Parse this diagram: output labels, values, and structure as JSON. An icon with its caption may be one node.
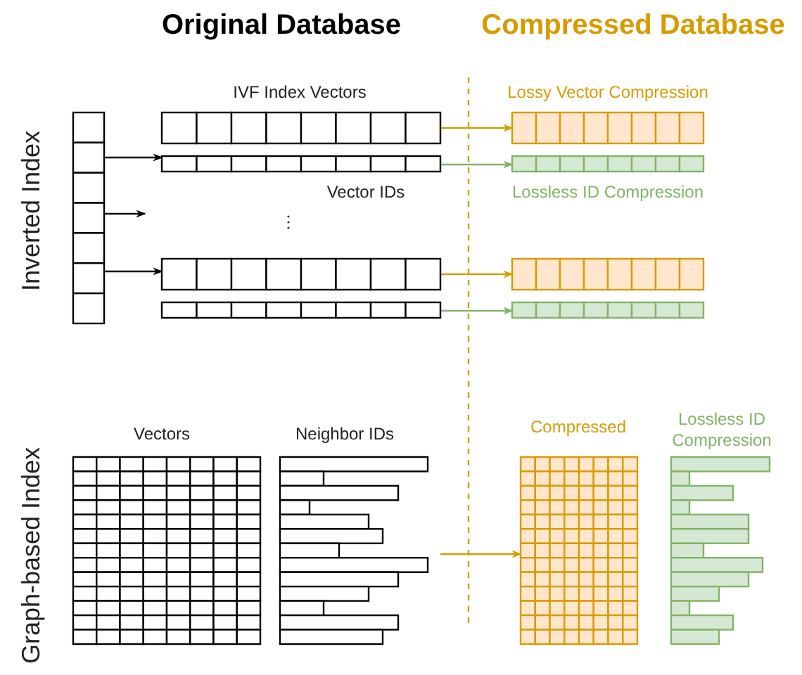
{
  "diagram": {
    "nodes": [
      {
        "text": [],
        "shape": "box"
      },
      {
        "text": [],
        "shape": "bar"
      },
      {
        "text": [],
        "shape": "bar"
      },
      {
        "text": [],
        "shape": "bar"
      },
      {
        "text": [],
        "shape": "bar"
      },
      {
        "text": [],
        "shape": "bar"
      },
      {
        "text": [],
        "shape": "bar"
      },
      {
        "text": [],
        "shape": "bar"
      },
      {
        "text": [],
        "shape": "bar"
      },
      {
        "text": [],
        "shape": "box"
      },
      {
        "text": [],
        "shape": "bar"
      },
      {
        "text": [],
        "shape": "box"
      },
      {
        "text": [],
        "shape": "bar"
      }
    ],
    "edges": [
      {
        "from": 0,
        "to": 1,
        "arrow": "to"
      },
      {
        "from": 0,
        "to": null,
        "arrow": "to"
      },
      {
        "from": 0,
        "to": 3,
        "arrow": "to"
      },
      {
        "from": 1,
        "to": 5,
        "arrow": "to",
        "color": "#d79b00"
      },
      {
        "from": 2,
        "to": 6,
        "arrow": "to",
        "color": "#82b366"
      },
      {
        "from": 3,
        "to": 7,
        "arrow": "to",
        "color": "#d79b00"
      },
      {
        "from": 4,
        "to": 8,
        "arrow": "to",
        "color": "#82b366"
      },
      {
        "from": 10,
        "to": 11,
        "arrow": "to",
        "color": "#d79b00"
      }
    ],
    "labels": [
      "Original Database",
      "Compressed Database",
      "IVF Index Vectors",
      "Lossy Vector Compression",
      "Inverted Index",
      "Vector IDs",
      "Lossless ID Compression",
      "Vectors",
      "Neighbor IDs",
      "Compressed",
      "Lossless ID Compression",
      "Graph-based Index"
    ]
  }
}
